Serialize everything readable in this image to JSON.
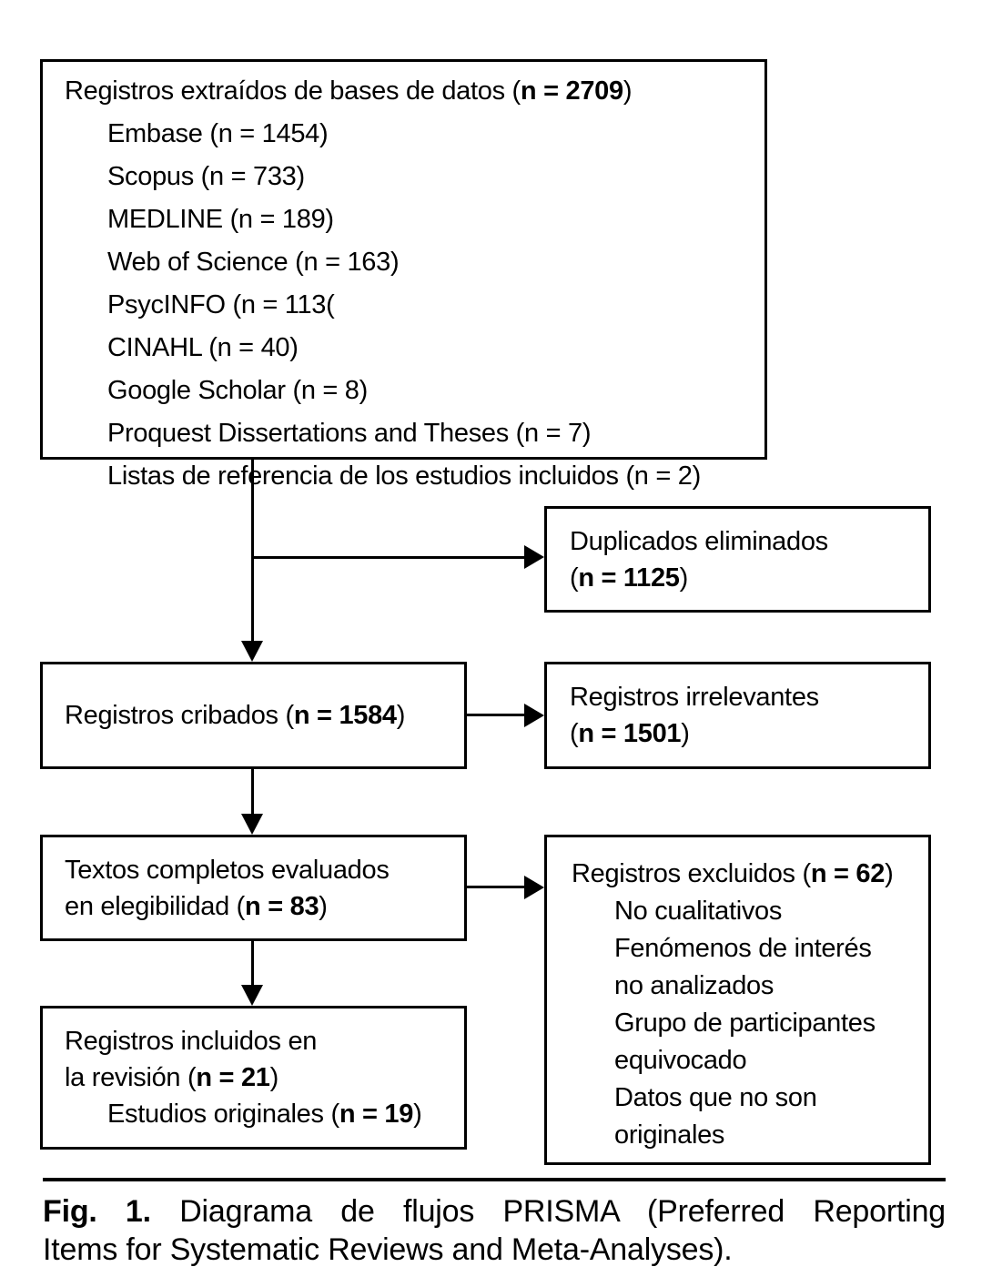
{
  "colors": {
    "ink": "#000000",
    "paper": "#ffffff"
  },
  "boxes": {
    "sources": {
      "title": {
        "pre": "Registros extraídos de bases de datos (",
        "bold": "n = 2709",
        "post": ")"
      },
      "items": [
        "Embase (n = 1454)",
        "Scopus (n = 733)",
        "MEDLINE (n = 189)",
        "Web of Science (n = 163)",
        "PsycINFO (n = 113(",
        "CINAHL (n = 40)",
        "Google Scholar (n = 8)",
        "Proquest Dissertations and Theses (n = 7)",
        "Listas de referencia de los estudios incluidos (n = 2)"
      ]
    },
    "duplicates": {
      "line1": "Duplicados eliminados",
      "count": {
        "pre": "(",
        "bold": "n = 1125",
        "post": ")"
      }
    },
    "screened": {
      "line": {
        "pre": "Registros cribados (",
        "bold": "n = 1584",
        "post": ")"
      }
    },
    "irrelevant": {
      "line1": "Registros irrelevantes",
      "count": {
        "pre": "(",
        "bold": "n = 1501",
        "post": ")"
      }
    },
    "fulltext": {
      "line1": "Textos completos evaluados",
      "line2": {
        "pre": "en elegibilidad (",
        "bold": "n = 83",
        "post": ")"
      }
    },
    "excluded": {
      "title": {
        "pre": "Registros excluidos (",
        "bold": "n = 62",
        "post": ")"
      },
      "items": [
        "No cualitativos",
        "Fenómenos de interés",
        "no analizados",
        "Grupo de participantes",
        "equivocado",
        "Datos que no son",
        "originales"
      ]
    },
    "included": {
      "line1": "Registros incluidos en",
      "line2": {
        "pre": "la revisión (",
        "bold": "n = 21",
        "post": ")"
      },
      "line3": {
        "pre": "Estudios originales (",
        "bold": "n = 19",
        "post": ")"
      }
    }
  },
  "caption": {
    "label": "Fig. 1.",
    "line1": "Diagrama de flujos PRISMA (Preferred Reporting",
    "line2": "Items for Systematic Reviews and Meta-Analyses)."
  }
}
